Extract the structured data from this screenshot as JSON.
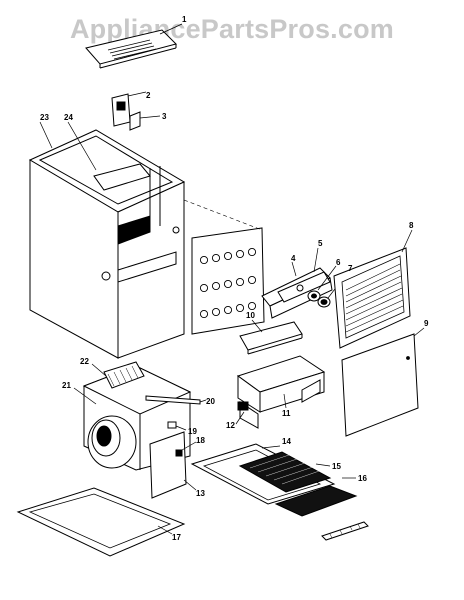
{
  "watermark": "AppliancePartsPros.com",
  "callouts": {
    "n1": "1",
    "n2": "2",
    "n3": "3",
    "n4": "4",
    "n5": "5",
    "n6": "6",
    "n7": "7",
    "n8": "8",
    "n9": "9",
    "n10": "10",
    "n11": "11",
    "n12": "12",
    "n13": "13",
    "n14": "14",
    "n15": "15",
    "n16": "16",
    "n17": "17",
    "n18": "18",
    "n19": "19",
    "n20": "20",
    "n21": "21",
    "n22": "22",
    "n23": "23",
    "n24": "24"
  }
}
